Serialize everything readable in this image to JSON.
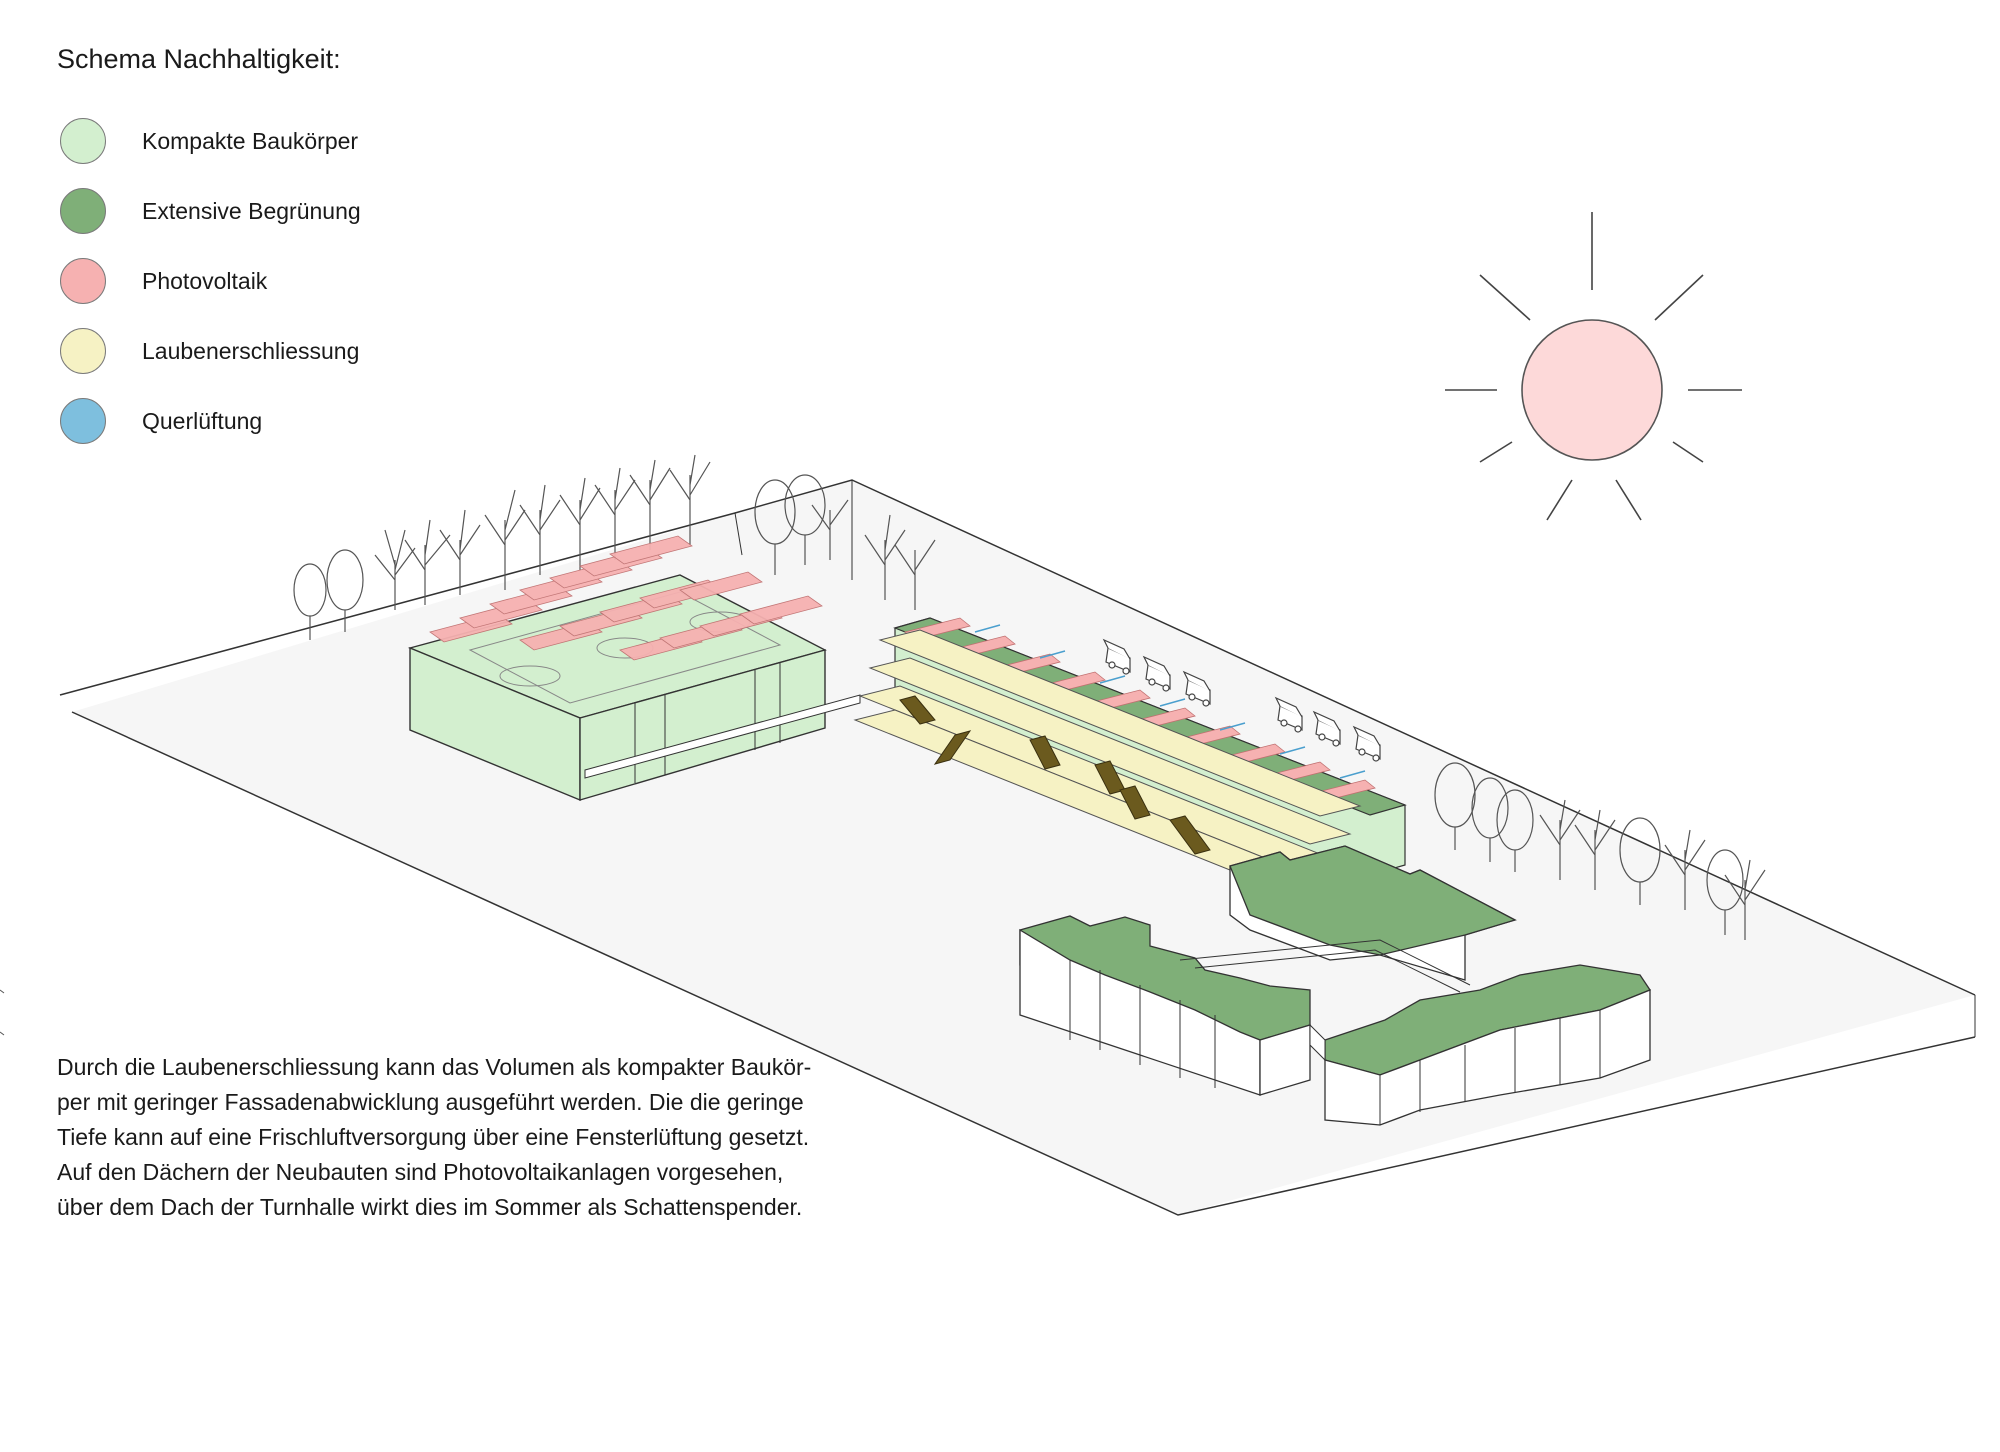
{
  "title": "Schema Nachhaltigkeit:",
  "legend": [
    {
      "label": "Kompakte Baukörper",
      "color": "#d3efcf",
      "icon": "light-green-circle-icon"
    },
    {
      "label": "Extensive Begrünung",
      "color": "#7faf78",
      "icon": "dark-green-circle-icon"
    },
    {
      "label": "Photovoltaik",
      "color": "#f6b1b1",
      "icon": "pink-circle-icon"
    },
    {
      "label": "Laubenerschliessung",
      "color": "#f6f2c4",
      "icon": "yellow-circle-icon"
    },
    {
      "label": "Querlüftung",
      "color": "#7ebfde",
      "icon": "blue-circle-icon"
    }
  ],
  "description": [
    "Durch die Laubenerschliessung kann das Volumen als kompakter Baukör-",
    "per mit geringer Fassadenabwicklung ausgeführt werden. Die die geringe",
    "Tiefe kann auf eine Frischluftversorgung über eine Fensterlüftung gesetzt.",
    "Auf den Dächern der Neubauten sind Photovoltaikanlagen vorgesehen,",
    "über dem Dach der Turnhalle wirkt dies im Sommer als Schattenspender."
  ],
  "colors": {
    "sun": "#fdd9d9",
    "site": "#f6f6f6",
    "outline": "#333333",
    "facade": "#ffffff",
    "stair": "#6b5a1e"
  }
}
